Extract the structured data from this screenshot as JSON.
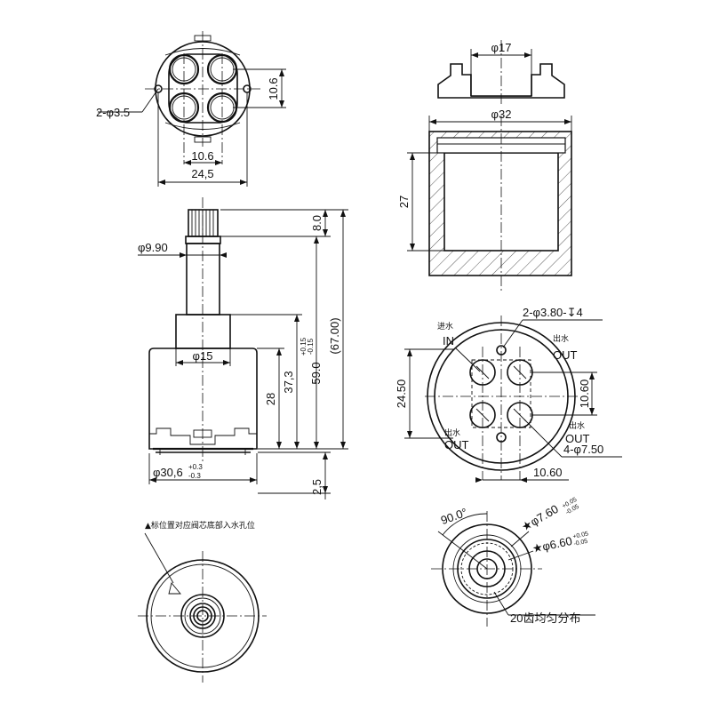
{
  "top_view": {
    "hole_label": "2-φ3.5",
    "dim_spacing_v": "10.6",
    "dim_spacing_h": "10.6",
    "dim_width": "24,5"
  },
  "cap": {
    "dim_inner": "φ17"
  },
  "cup": {
    "dim_outer": "φ32",
    "dim_height": "27"
  },
  "front_view": {
    "dim_stem": "φ9.90",
    "dim_body": "φ15",
    "dim_base_main": "φ30,6",
    "dim_base_tol_plus": "+0.3",
    "dim_base_tol_minus": "-0.3",
    "dim_top": "8.0",
    "dim_h28": "28",
    "dim_h373": "37,3",
    "dim_h59": "59.0",
    "dim_h59_tol_plus": "+0.15",
    "dim_h59_tol_minus": "-0.15",
    "dim_total": "(67.00)",
    "dim_bottom": "2,5"
  },
  "bottom_ports": {
    "holes_label": "2-φ3.80-↧4",
    "ports_label": "4-φ7.50",
    "in_cn": "进水",
    "in_en": "IN",
    "out_cn_tr": "出水",
    "out_en_tr": "OUT",
    "out_cn_bl": "出水",
    "out_en_bl": "OUT",
    "out_cn_br": "出水",
    "out_en_br": "OUT",
    "dim_width": "24.50",
    "dim_v": "10.60",
    "dim_h": "10.60"
  },
  "spline": {
    "angle": "90.0°",
    "dim_outer": "★φ7.60",
    "dim_outer_tol_plus": "+0.05",
    "dim_outer_tol_minus": "-0.05",
    "dim_inner": "★φ6.60",
    "dim_inner_tol_plus": "+0.05",
    "dim_inner_tol_minus": "-0.05",
    "teeth_note": "20齿均匀分布"
  },
  "bottom_view": {
    "note": "▲标位置对应阀芯底部入水孔位"
  }
}
